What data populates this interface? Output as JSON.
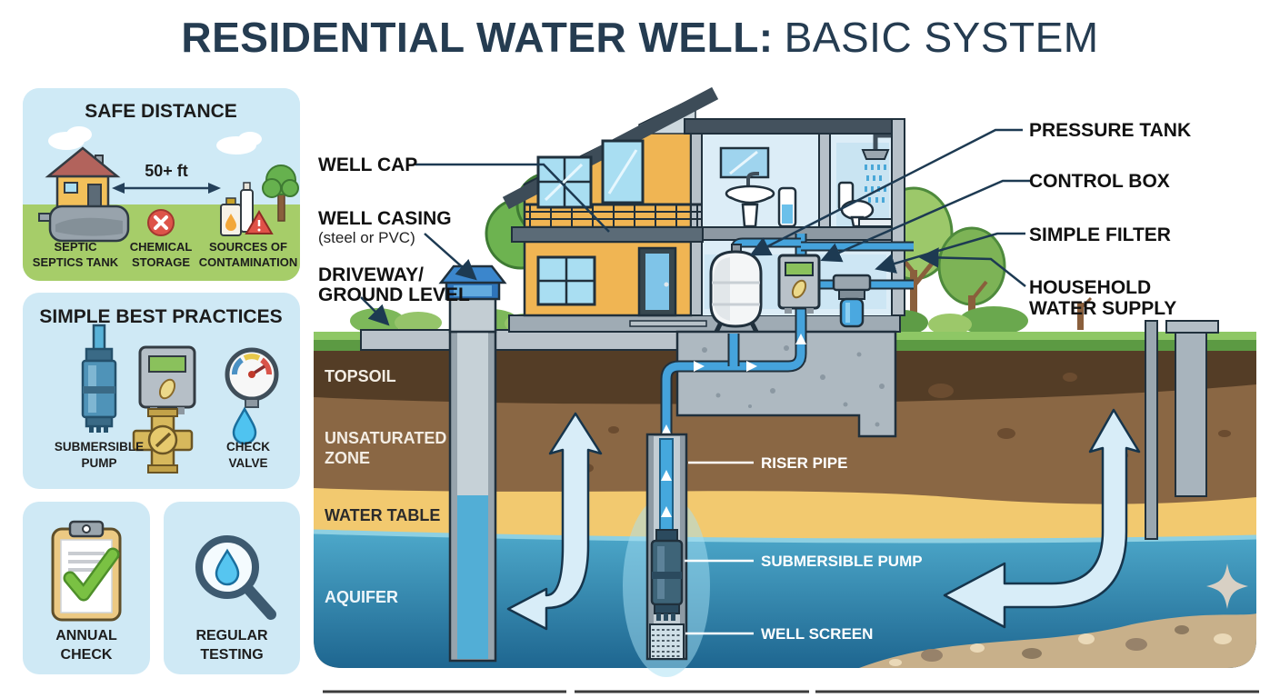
{
  "title": {
    "part1": "RESIDENTIAL WATER WELL:",
    "part2": "BASIC SYSTEM"
  },
  "safe_distance": {
    "title": "SAFE DISTANCE",
    "distance": "50+ ft",
    "items": [
      {
        "line1": "SEPTIC",
        "line2": "SEPTICS TANK"
      },
      {
        "line1": "CHEMICAL",
        "line2": "STORAGE"
      },
      {
        "line1": "SOURCES OF",
        "line2": "CONTAMINATION"
      }
    ]
  },
  "best_practices": {
    "title": "SIMPLE BEST PRACTICES",
    "pump": {
      "line1": "SUBMERSIBLE",
      "line2": "PUMP"
    },
    "valve": {
      "line1": "CHECK",
      "line2": "VALVE"
    }
  },
  "annual_check": {
    "line1": "ANNUAL",
    "line2": "CHECK"
  },
  "regular_testing": {
    "line1": "REGULAR",
    "line2": "TESTING"
  },
  "diagram": {
    "left": {
      "well_cap": "WELL CAP",
      "well_casing": "WELL CASING",
      "casing_material": "(steel or PVC)",
      "driveway1": "DRIVEWAY/",
      "driveway2": "GROUND LEVEL"
    },
    "layers": {
      "topsoil": "TOPSOIL",
      "unsat1": "UNSATURATED",
      "unsat2": "ZONE",
      "water_table": "WATER TABLE",
      "aquifer": "AQUIFER"
    },
    "well": {
      "riser": "RISER PIPE",
      "pump": "SUBMERSIBLE PUMP",
      "screen": "WELL SCREEN"
    },
    "right": {
      "pressure_tank": "PRESSURE TANK",
      "control_box": "CONTROL BOX",
      "simple_filter": "SIMPLE FILTER",
      "household1": "HOUSEHOLD",
      "household2": "WATER SUPPLY"
    }
  },
  "colors": {
    "navy": "#1d3a52",
    "panel_blue": "#cfe9f5",
    "grass": "#8ec765",
    "topsoil": "#543d26",
    "soil": "#8a6744",
    "sand": "#f2c96f",
    "aquifer_top": "#4da8ca",
    "aquifer_bottom": "#1e6690",
    "pipe_blue": "#45a3dc",
    "house_yellow": "#f0b553",
    "roof_slate": "#3d4c58",
    "arrow_light": "#d8edf8"
  }
}
